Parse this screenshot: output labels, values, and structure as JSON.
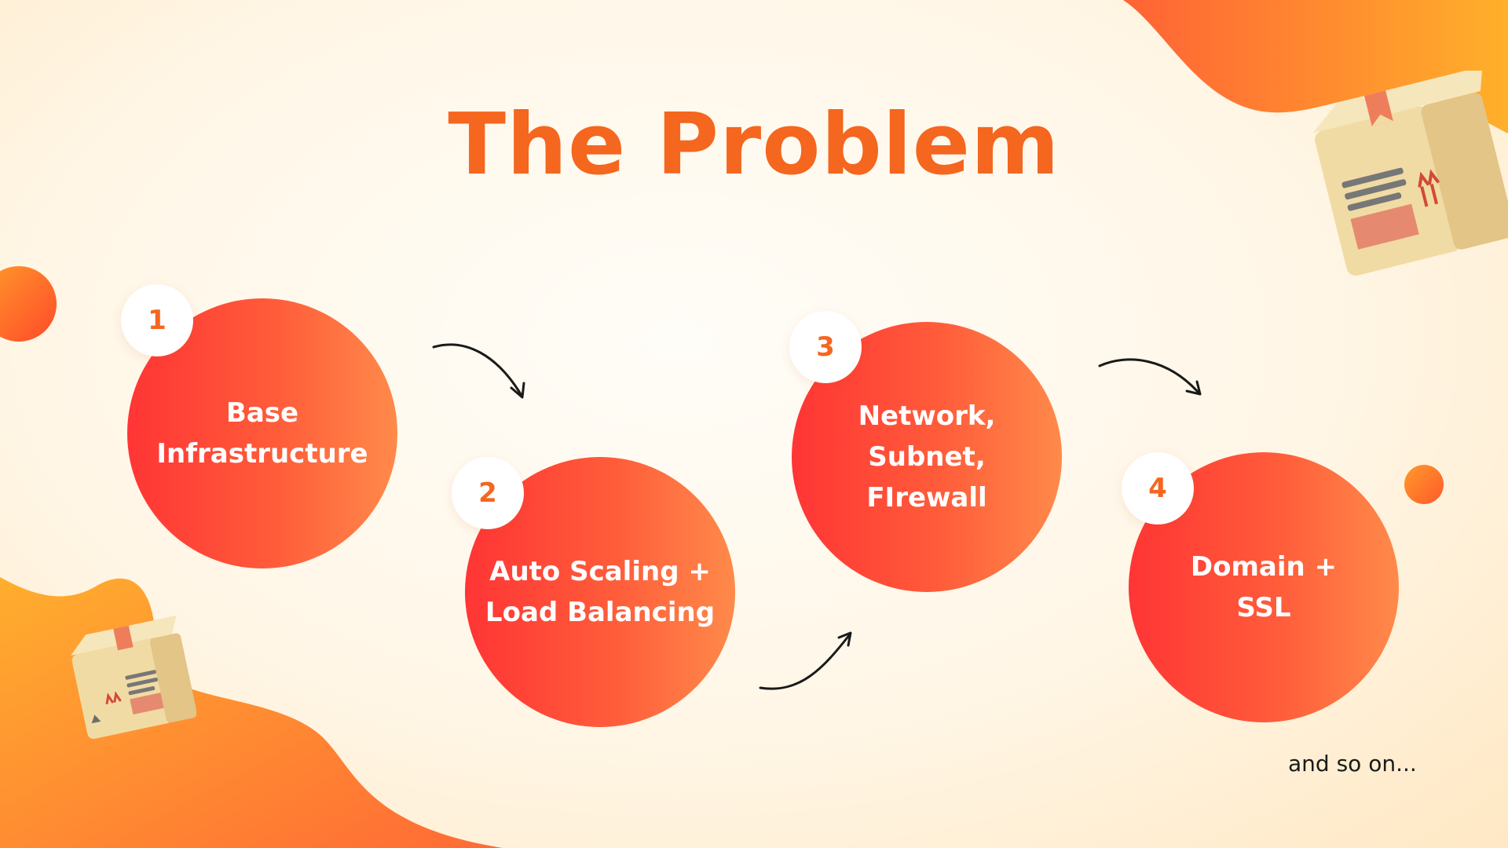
{
  "title": "The Problem",
  "steps": [
    {
      "number": "1",
      "label": "Base\nInfrastructure"
    },
    {
      "number": "2",
      "label": "Auto Scaling +\nLoad Balancing"
    },
    {
      "number": "3",
      "label": "Network,\nSubnet,\nFIrewall"
    },
    {
      "number": "4",
      "label": "Domain +\nSSL"
    }
  ],
  "footnote": "and so on...",
  "colors": {
    "accent": "#f5661f",
    "gradient_start": "#ff3535",
    "gradient_end": "#ff8a4a",
    "blob": "#ff8a2a"
  },
  "decorations": [
    "package-box-icon",
    "package-box-icon"
  ]
}
